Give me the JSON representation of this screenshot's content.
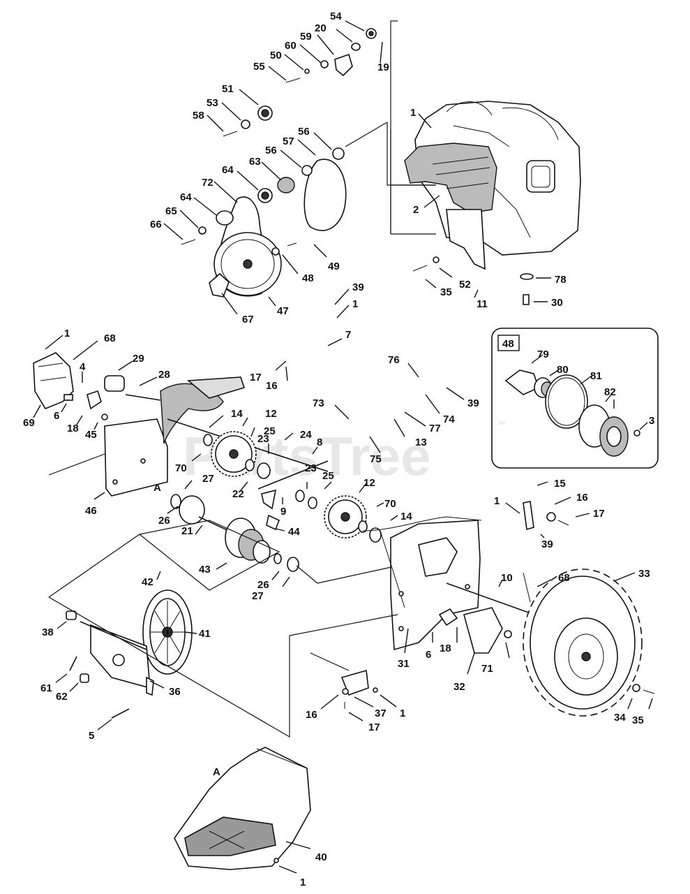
{
  "diagram": {
    "watermark": "PartsTree",
    "watermark_tm": "™",
    "inset_label": "48",
    "section_marker": "A",
    "callouts": [
      "54",
      "20",
      "59",
      "60",
      "50",
      "55",
      "19",
      "51",
      "53",
      "58",
      "1",
      "56",
      "57",
      "56",
      "63",
      "64",
      "72",
      "64",
      "65",
      "66",
      "2",
      "52",
      "35",
      "11",
      "49",
      "48",
      "47",
      "67",
      "78",
      "30",
      "39",
      "1",
      "7",
      "1",
      "68",
      "4",
      "29",
      "28",
      "17",
      "16",
      "69",
      "6",
      "18",
      "45",
      "46",
      "14",
      "12",
      "25",
      "24",
      "23",
      "8",
      "70",
      "22",
      "23",
      "9",
      "25",
      "12",
      "27",
      "26",
      "21",
      "44",
      "43",
      "42",
      "70",
      "14",
      "26",
      "27",
      "76",
      "73",
      "74",
      "39",
      "77",
      "13",
      "75",
      "1",
      "15",
      "16",
      "17",
      "39",
      "10",
      "68",
      "33",
      "38",
      "41",
      "61",
      "62",
      "36",
      "5",
      "6",
      "18",
      "31",
      "32",
      "71",
      "16",
      "37",
      "1",
      "17",
      "34",
      "35",
      "40",
      "1",
      "79",
      "80",
      "81",
      "82",
      "3"
    ]
  }
}
